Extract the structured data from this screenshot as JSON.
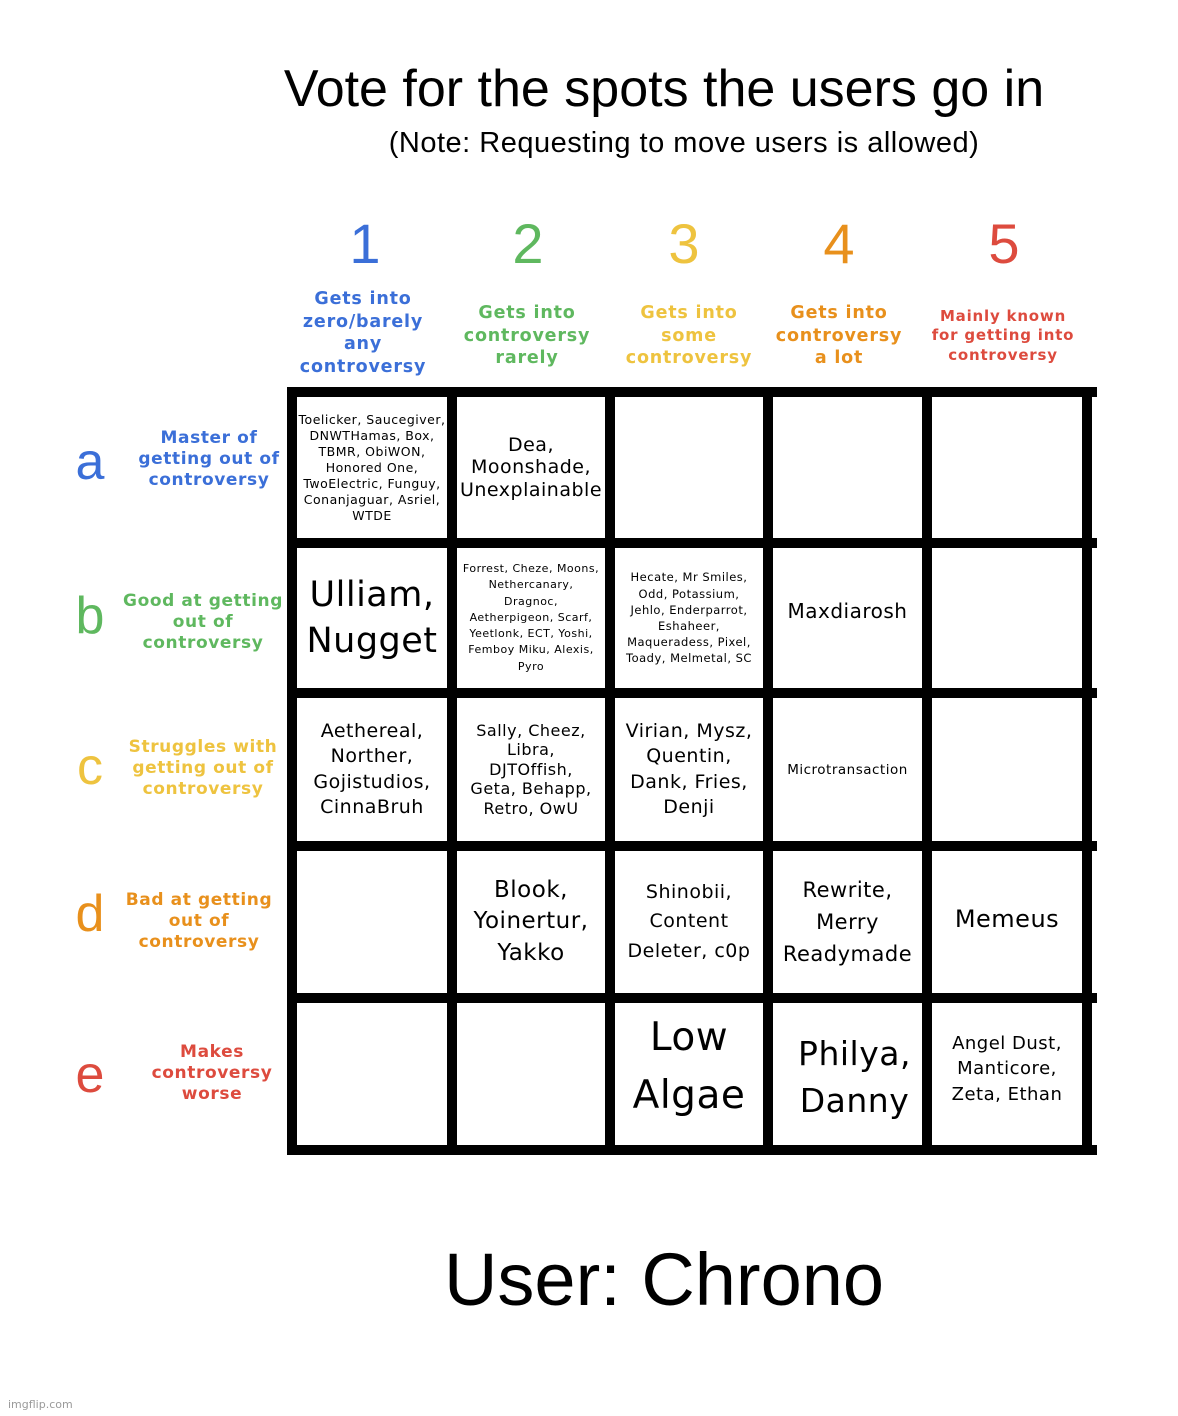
{
  "title": "Vote for the spots the users go in",
  "subtitle": "(Note: Requesting to move users is allowed)",
  "colors": {
    "blue": "#3b6fd8",
    "green": "#5fb85f",
    "yellow": "#eec33f",
    "orange": "#e8901c",
    "red": "#dd4b3e"
  },
  "columns": [
    {
      "number": "1",
      "desc": "Gets into zero/barely any controversy"
    },
    {
      "number": "2",
      "desc": "Gets into controversy rarely"
    },
    {
      "number": "3",
      "desc": "Gets into some controversy"
    },
    {
      "number": "4",
      "desc": "Gets into controversy a lot"
    },
    {
      "number": "5",
      "desc": "Mainly known for getting into controversy"
    }
  ],
  "rows": [
    {
      "letter": "a",
      "desc": "Master of getting out of controversy",
      "cells": [
        "Toelicker, Saucegiver, DNWTHamas, Box, TBMR, ObiWON, Honored One, TwoElectric, Funguy, Conanjaguar, Asriel, WTDE",
        "Dea, Moonshade, Unexplainable",
        "",
        "",
        ""
      ]
    },
    {
      "letter": "b",
      "desc": "Good at getting out of controversy",
      "cells": [
        "Ulliam, Nugget",
        "Forrest, Cheze, Moons, Nethercanary, Dragnoc, Aetherpigeon, Scarf, Yeetlonk, ECT, Yoshi, Femboy Miku, Alexis, Pyro",
        "Hecate, Mr Smiles, Odd, Potassium, Jehlo, Enderparrot, Eshaheer, Maqueradess, Pixel, Toady, Melmetal, SC",
        "Maxdiarosh",
        ""
      ]
    },
    {
      "letter": "c",
      "desc": "Struggles with getting out of controversy",
      "cells": [
        "Aethereal, Norther, Gojistudios, CinnaBruh",
        "Sally, Cheez, Libra, DJTOffish, Geta, Behapp, Retro, OwU",
        "Virian, Mysz, Quentin, Dank, Fries, Denji",
        "Microtransaction",
        ""
      ]
    },
    {
      "letter": "d",
      "desc": "Bad at getting out of controversy",
      "cells": [
        "",
        "Blook, Yoinertur, Yakko",
        "Shinobii, Content Deleter, c0p",
        "Rewrite, Merry Readymade",
        "Memeus"
      ]
    },
    {
      "letter": "e",
      "desc": "Makes controversy worse",
      "cells": [
        "",
        "",
        "Low Algae",
        "Philya, Danny",
        "Angel Dust, Manticore, Zeta, Ethan"
      ]
    }
  ],
  "user": "User: Chrono",
  "watermark": "imgflip.com"
}
